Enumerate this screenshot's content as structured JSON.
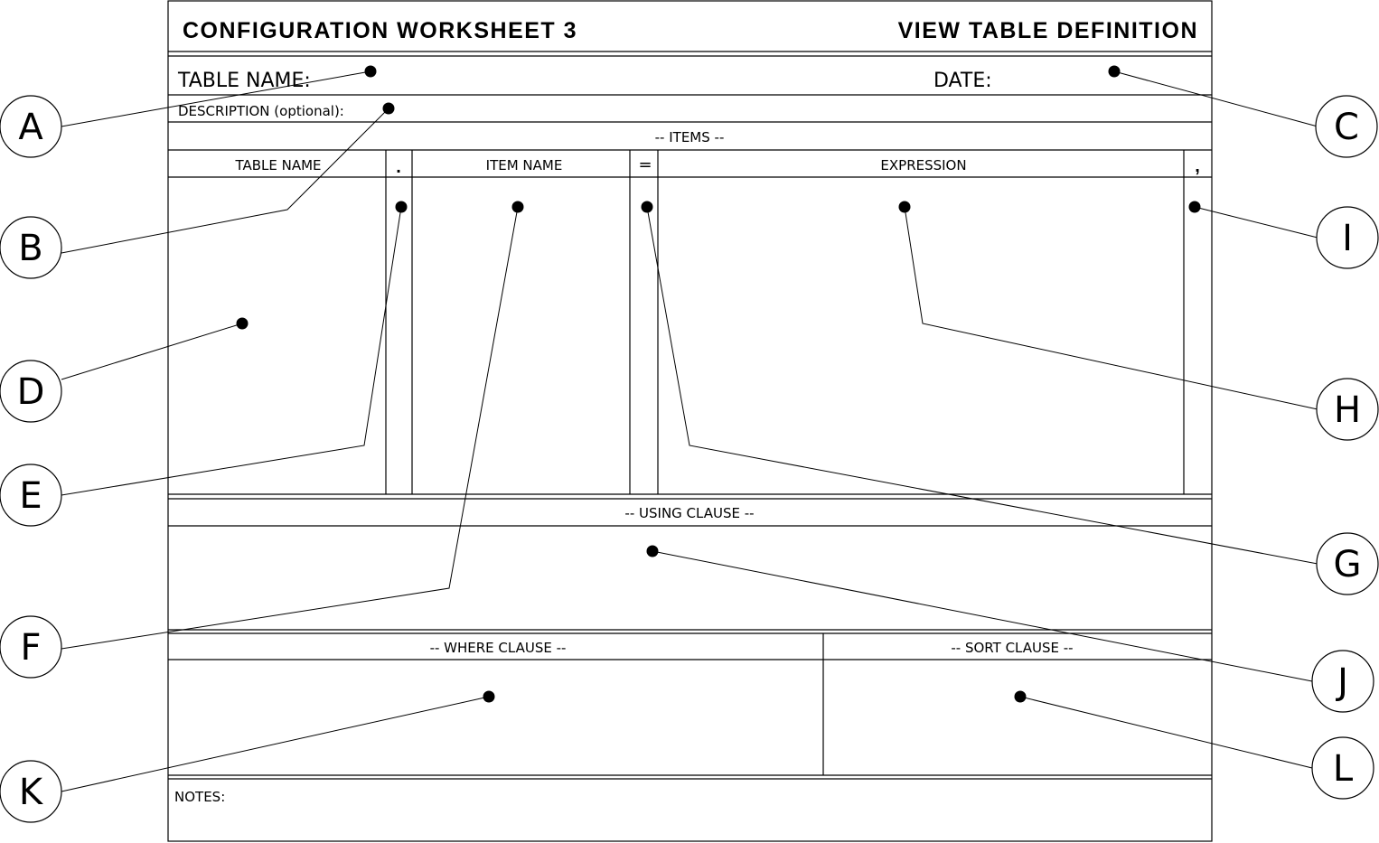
{
  "worksheet": {
    "title": "CONFIGURATION WORKSHEET 3",
    "subtitle": "VIEW TABLE DEFINITION"
  },
  "header": {
    "table_name_label": "TABLE NAME:",
    "date_label": "DATE:",
    "description_label": "DESCRIPTION (optional):"
  },
  "items_section": {
    "title": "-- ITEMS --",
    "columns": {
      "table_name": "TABLE NAME",
      "dot": ".",
      "item_name": "ITEM NAME",
      "equals": "=",
      "expression": "EXPRESSION",
      "comma": ","
    }
  },
  "using_clause": {
    "title": "-- USING CLAUSE --"
  },
  "where_clause": {
    "title": "-- WHERE CLAUSE --"
  },
  "sort_clause": {
    "title": "-- SORT CLAUSE --"
  },
  "notes": {
    "label": "NOTES:"
  },
  "callouts": {
    "A": "A",
    "B": "B",
    "C": "C",
    "D": "D",
    "E": "E",
    "F": "F",
    "G": "G",
    "H": "H",
    "I": "I",
    "J": "J",
    "K": "K",
    "L": "L"
  }
}
